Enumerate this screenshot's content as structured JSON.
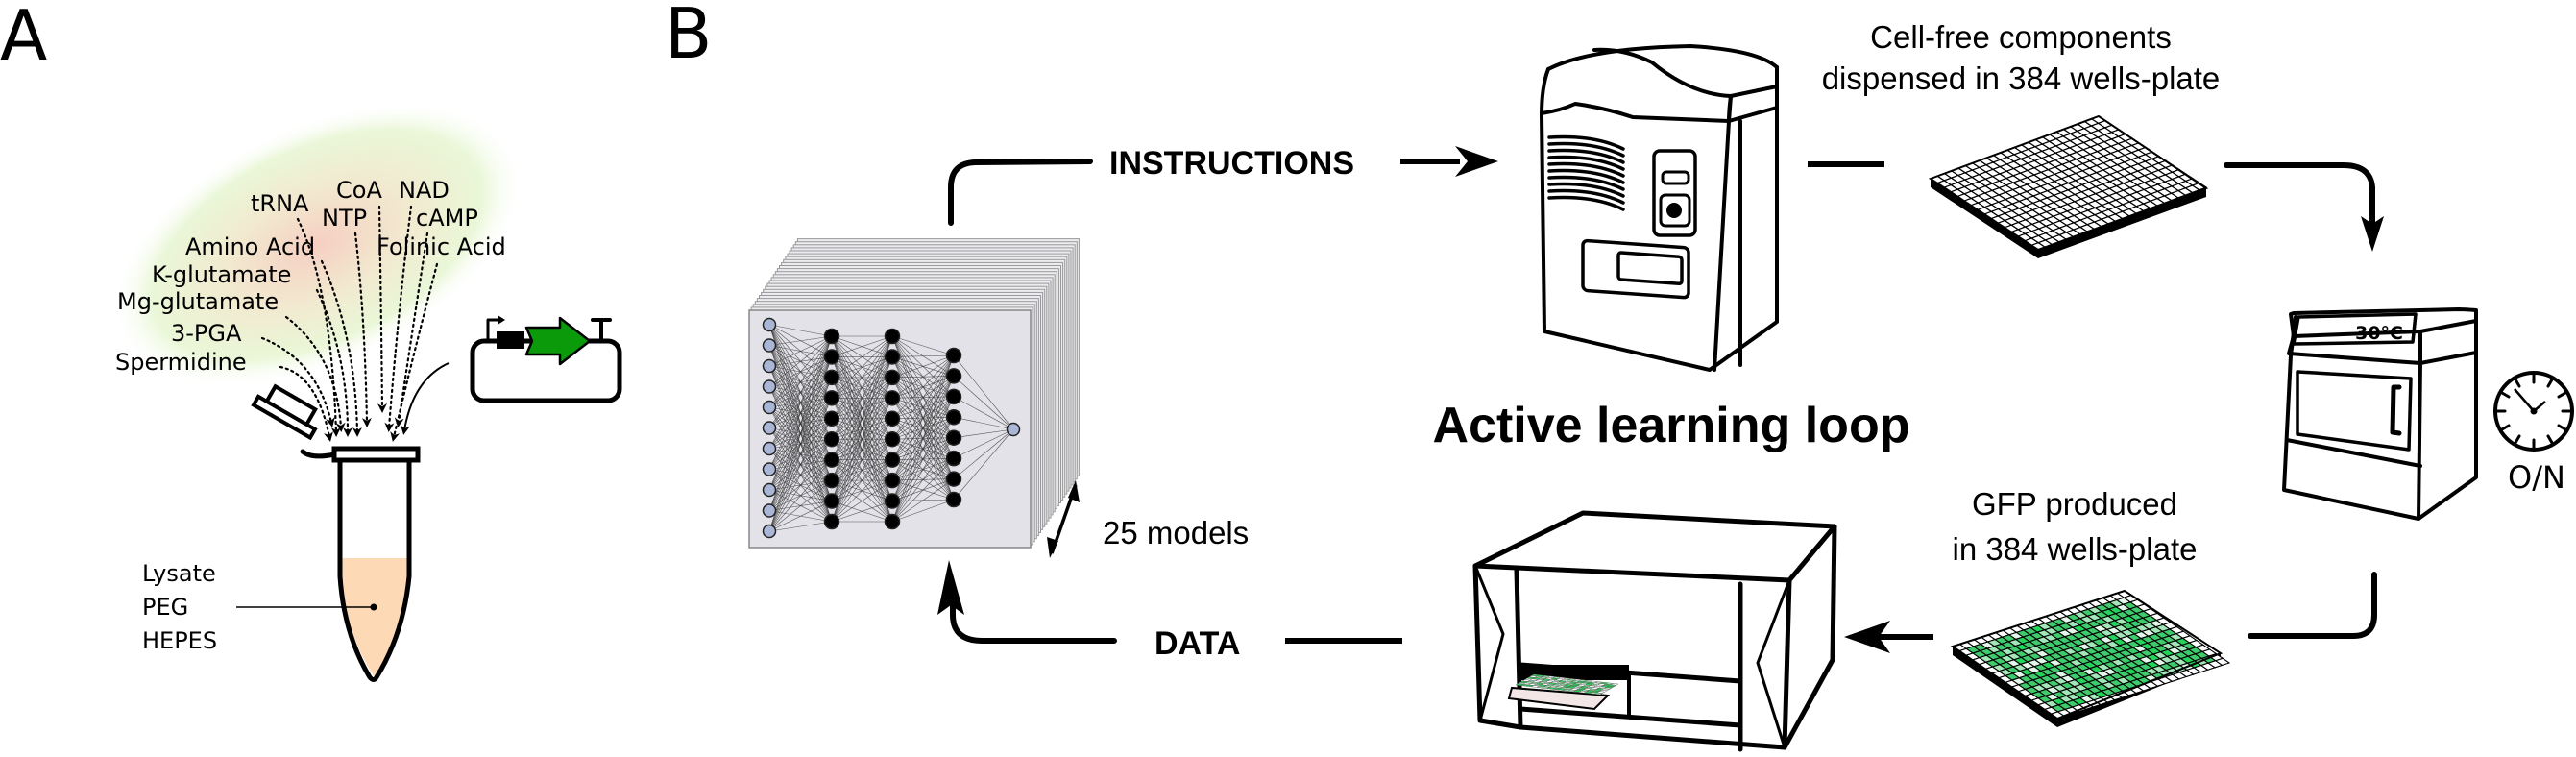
{
  "panels": {
    "a": {
      "label": "A",
      "components": [
        {
          "id": "trna",
          "label": "tRNA"
        },
        {
          "id": "coa",
          "label": "CoA"
        },
        {
          "id": "nad",
          "label": "NAD"
        },
        {
          "id": "ntp",
          "label": "NTP"
        },
        {
          "id": "camp",
          "label": "cAMP"
        },
        {
          "id": "amino-acid",
          "label": "Amino Acid"
        },
        {
          "id": "folinic-acid",
          "label": "Folinic Acid"
        },
        {
          "id": "k-glutamate",
          "label": "K-glutamate"
        },
        {
          "id": "mg-glutamate",
          "label": "Mg-glutamate"
        },
        {
          "id": "3-pga",
          "label": "3-PGA"
        },
        {
          "id": "spermidine",
          "label": "Spermidine"
        }
      ],
      "tube_contents": [
        "Lysate",
        "PEG",
        "HEPES"
      ],
      "colors": {
        "glow_outer": "#e8f7d4",
        "glow_inner": "#f8d6c8",
        "liquid": "#fdd9b5",
        "cds": "#0a9a0a"
      }
    },
    "b": {
      "label": "B",
      "title": "Active learning loop",
      "instructions_label": "INSTRUCTIONS",
      "data_label": "DATA",
      "models_label": "25 models",
      "dispense_caption": [
        "Cell-free components",
        "dispensed in 384 wells-plate"
      ],
      "gfp_caption": [
        "GFP produced",
        "in 384 wells-plate"
      ],
      "incubator_temp": "30°C",
      "incubation_time": "O/N",
      "network": {
        "layers": [
          11,
          10,
          10,
          8,
          1
        ],
        "stack_count": 25
      },
      "plate": {
        "rows": 16,
        "cols": 24,
        "wells": 384
      },
      "colors": {
        "panel_bg": "#e2e2e8",
        "input_node": "#a9b6d6",
        "well_green": "#3ecb6b",
        "well_light": "#a3e6b8",
        "well_pale": "#e4f8ea"
      }
    }
  }
}
